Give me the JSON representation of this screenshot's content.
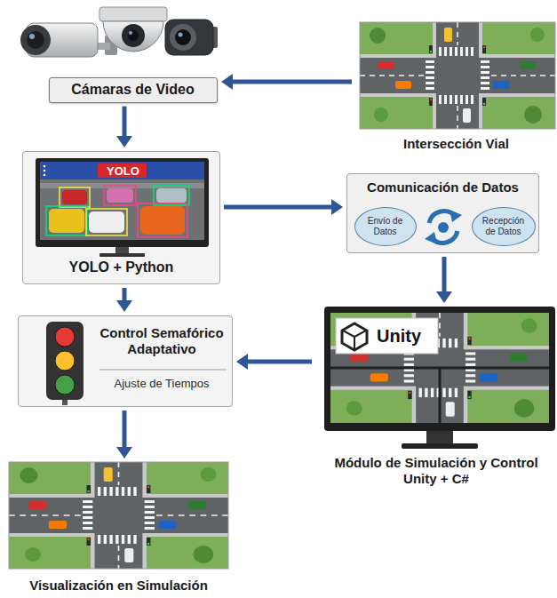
{
  "diagram": {
    "nodes": [
      {
        "text": [
          "Cámaras de Video"
        ]
      },
      {
        "text": [
          "Intersección Vial"
        ]
      },
      {
        "text": [
          "YOLO",
          "YOLO + Python"
        ]
      },
      {
        "text": [
          "Comunicación de Datos"
        ]
      },
      {
        "text": [
          "Envío de Datos"
        ],
        "in": 3
      },
      {
        "text": [
          "Recepción de Datos"
        ],
        "in": 3
      },
      {
        "text": [
          "Control Semafórico Adaptativo",
          "Ajuste de Tiempos"
        ]
      },
      {
        "text": [
          "Unity",
          "Módulo de Simulación y Control Unity + C#"
        ]
      },
      {
        "text": [
          "Visualización en Simulación"
        ]
      }
    ],
    "edges": [
      {
        "from": 1,
        "to": 0,
        "arrow": "to"
      },
      {
        "from": 0,
        "to": 2,
        "arrow": "to"
      },
      {
        "from": 2,
        "to": 3,
        "arrow": "to"
      },
      {
        "from": 3,
        "to": 7,
        "arrow": "to"
      },
      {
        "from": 7,
        "to": 6,
        "arrow": "to"
      },
      {
        "from": 2,
        "to": 6,
        "arrow": "to"
      },
      {
        "from": 6,
        "to": 8,
        "arrow": "to"
      }
    ]
  }
}
